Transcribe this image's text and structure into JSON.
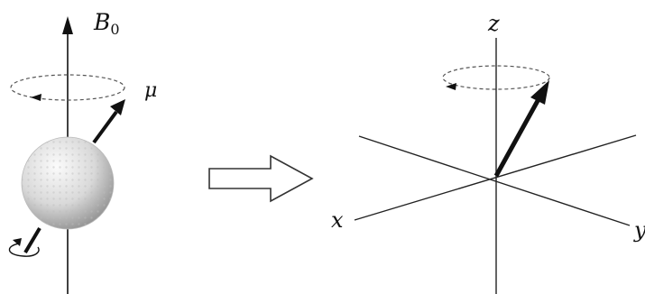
{
  "left_panel": {
    "field_label_main": "B",
    "field_label_sub": "0",
    "moment_label": "μ"
  },
  "right_panel": {
    "axis_z_label": "z",
    "axis_x_label": "x",
    "axis_y_label": "y"
  },
  "colors": {
    "ink": "#111111",
    "dashed": "#666666",
    "sphere_light": "#f7f7f7",
    "sphere_dark": "#9a9a9a"
  }
}
